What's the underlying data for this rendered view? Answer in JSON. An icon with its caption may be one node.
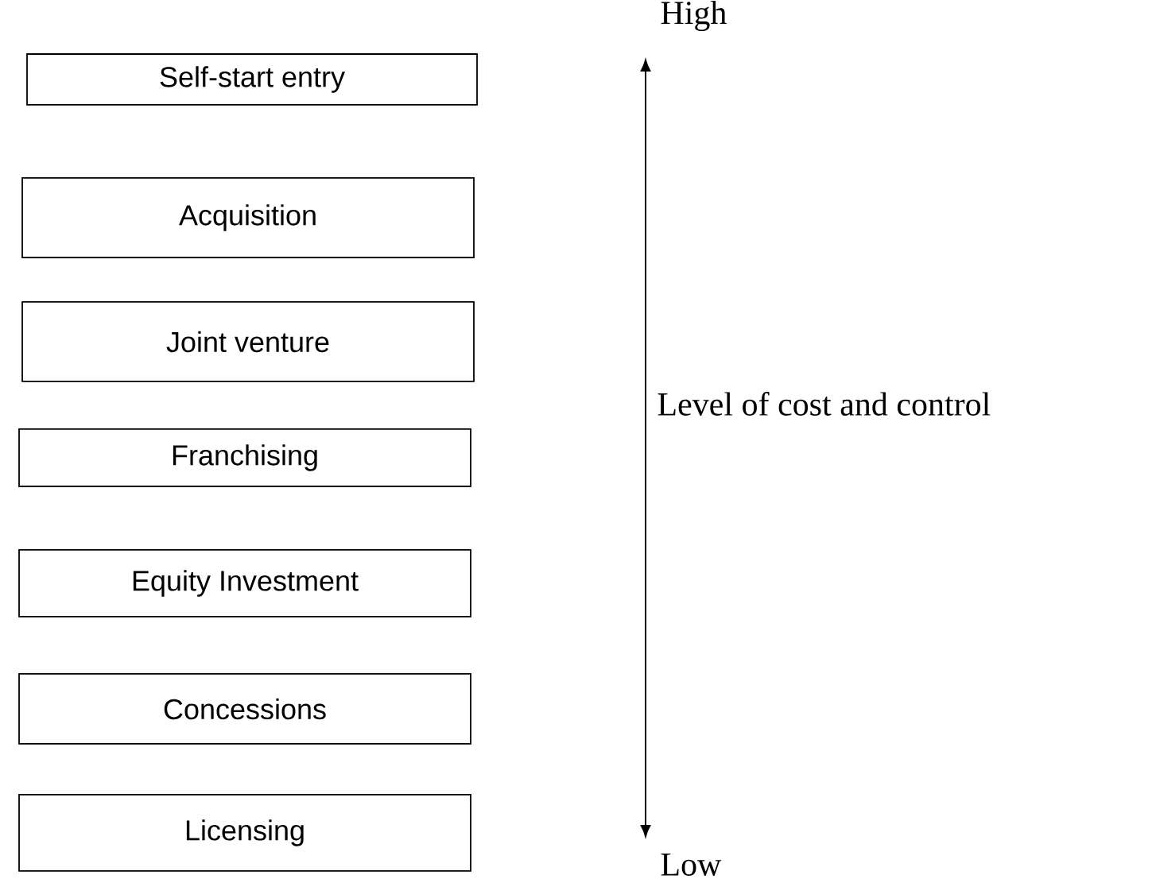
{
  "diagram": {
    "nodes": [
      {
        "text": [
          "Self-start entry"
        ]
      },
      {
        "text": [
          "Acquisition"
        ]
      },
      {
        "text": [
          "Joint venture"
        ]
      },
      {
        "text": [
          "Franchising"
        ]
      },
      {
        "text": [
          "Equity Investment"
        ]
      },
      {
        "text": [
          "Concessions"
        ]
      },
      {
        "text": [
          "Licensing"
        ]
      }
    ],
    "labels": [
      "High",
      "Level of cost and control",
      "Low"
    ]
  }
}
